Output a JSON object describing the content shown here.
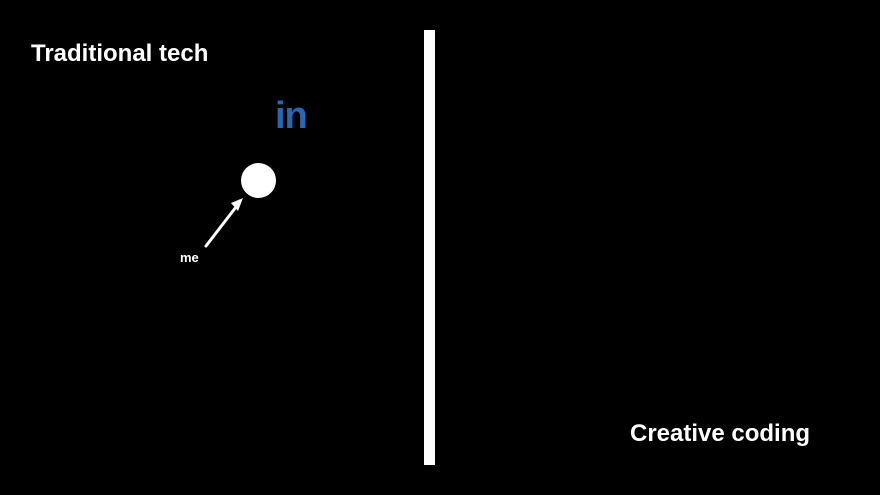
{
  "slide": {
    "left_heading": "Traditional tech",
    "right_heading": "Creative coding",
    "logo_text": "in",
    "me_label": "me"
  },
  "colors": {
    "background": "#000000",
    "foreground": "#ffffff",
    "linkedin_blue": "#2867B2"
  },
  "icons": {
    "logo": "linkedin-logo-icon",
    "pointer": "arrow-icon",
    "self": "circle-icon"
  }
}
